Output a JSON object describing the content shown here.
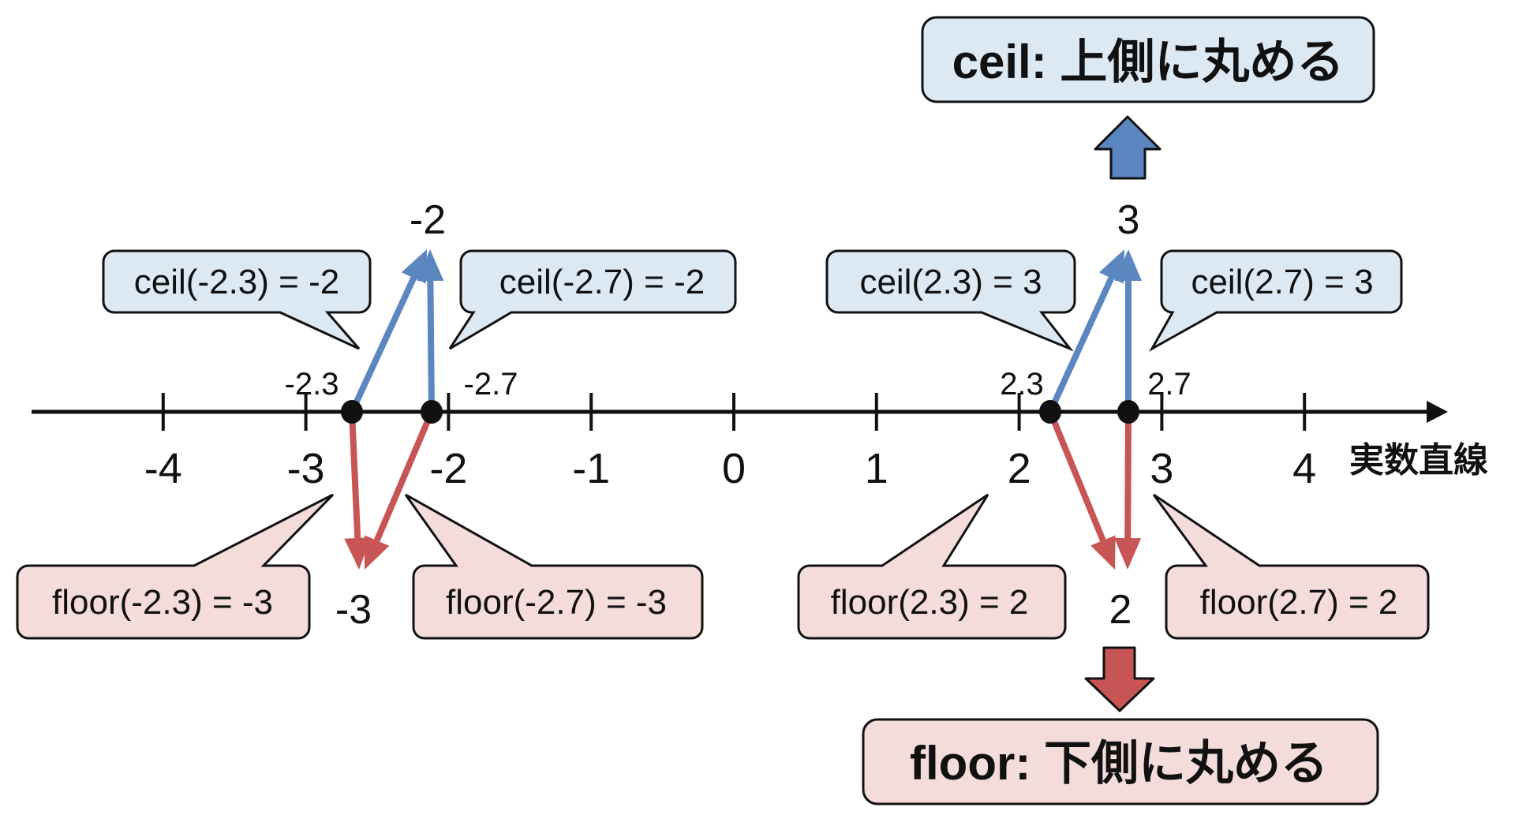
{
  "colors": {
    "ceil": "#5b86c0",
    "floor": "#c85555",
    "ceil_bubble": "#dce9f3",
    "floor_bubble": "#f4dcdb",
    "ink": "#111111"
  },
  "axis": {
    "label": "実数直線",
    "ticks": [
      "-4",
      "-3",
      "-2",
      "-1",
      "0",
      "1",
      "2",
      "3",
      "4"
    ]
  },
  "points": [
    {
      "value_label": "-2.3",
      "ceil_bubble": "ceil(-2.3) = -2",
      "floor_bubble": "floor(-2.3) = -3"
    },
    {
      "value_label": "-2.7",
      "ceil_bubble": "ceil(-2.7) = -2",
      "floor_bubble": "floor(-2.7) = -3"
    },
    {
      "value_label": "2.3",
      "ceil_bubble": "ceil(2.3) = 3",
      "floor_bubble": "floor(2.3) = 2"
    },
    {
      "value_label": "2.7",
      "ceil_bubble": "ceil(2.7) = 3",
      "floor_bubble": "floor(2.7) = 2"
    }
  ],
  "results": {
    "neg_ceil": "-2",
    "neg_floor": "-3",
    "pos_ceil": "3",
    "pos_floor": "2"
  },
  "legend": {
    "ceil_title": "ceil: 上側に丸める",
    "floor_title": "floor: 下側に丸める"
  }
}
